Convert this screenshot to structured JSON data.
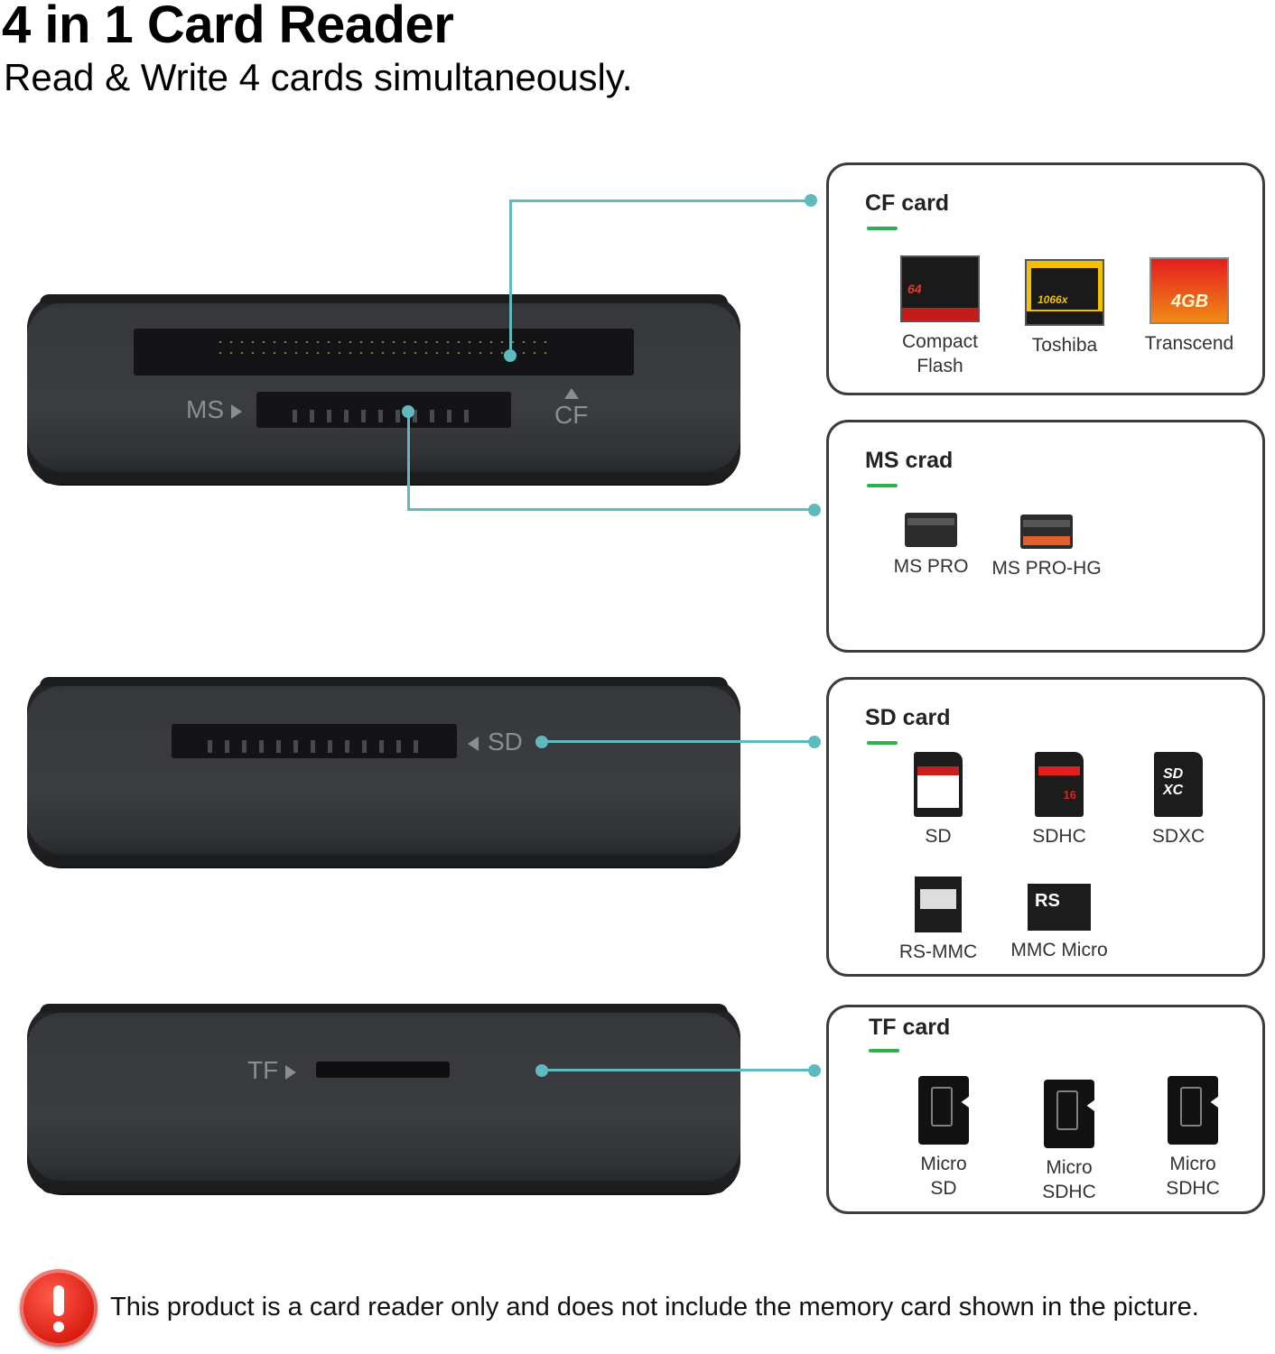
{
  "header": {
    "title": "4 in 1 Card Reader",
    "subtitle": "Read & Write 4 cards simultaneously."
  },
  "device_labels": {
    "ms": "MS",
    "cf": "CF",
    "sd": "SD",
    "tf": "TF"
  },
  "panels": {
    "cf": {
      "title": "CF card",
      "items": [
        "Compact\nFlash",
        "Toshiba",
        "Transcend"
      ]
    },
    "ms": {
      "title": "MS crad",
      "items": [
        "MS PRO",
        "MS PRO-HG"
      ]
    },
    "sd": {
      "title": "SD card",
      "items": [
        "SD",
        "SDHC",
        "SDXC",
        "RS-MMC",
        "MMC Micro"
      ]
    },
    "tf": {
      "title": "TF card",
      "items": [
        "Micro\nSD",
        "Micro\nSDHC",
        "Micro\nSDHC"
      ]
    }
  },
  "card_art": {
    "cf_compact_flash": "64",
    "cf_toshiba": "1066x",
    "cf_transcend": "4GB"
  },
  "notice": "This product is a card reader only and does not include the memory card shown in the picture.",
  "colors": {
    "connector": "#5fbac0",
    "accent_bar": "#2bb24c",
    "warning": "#d81b10",
    "device_body": "#3a3c40"
  }
}
